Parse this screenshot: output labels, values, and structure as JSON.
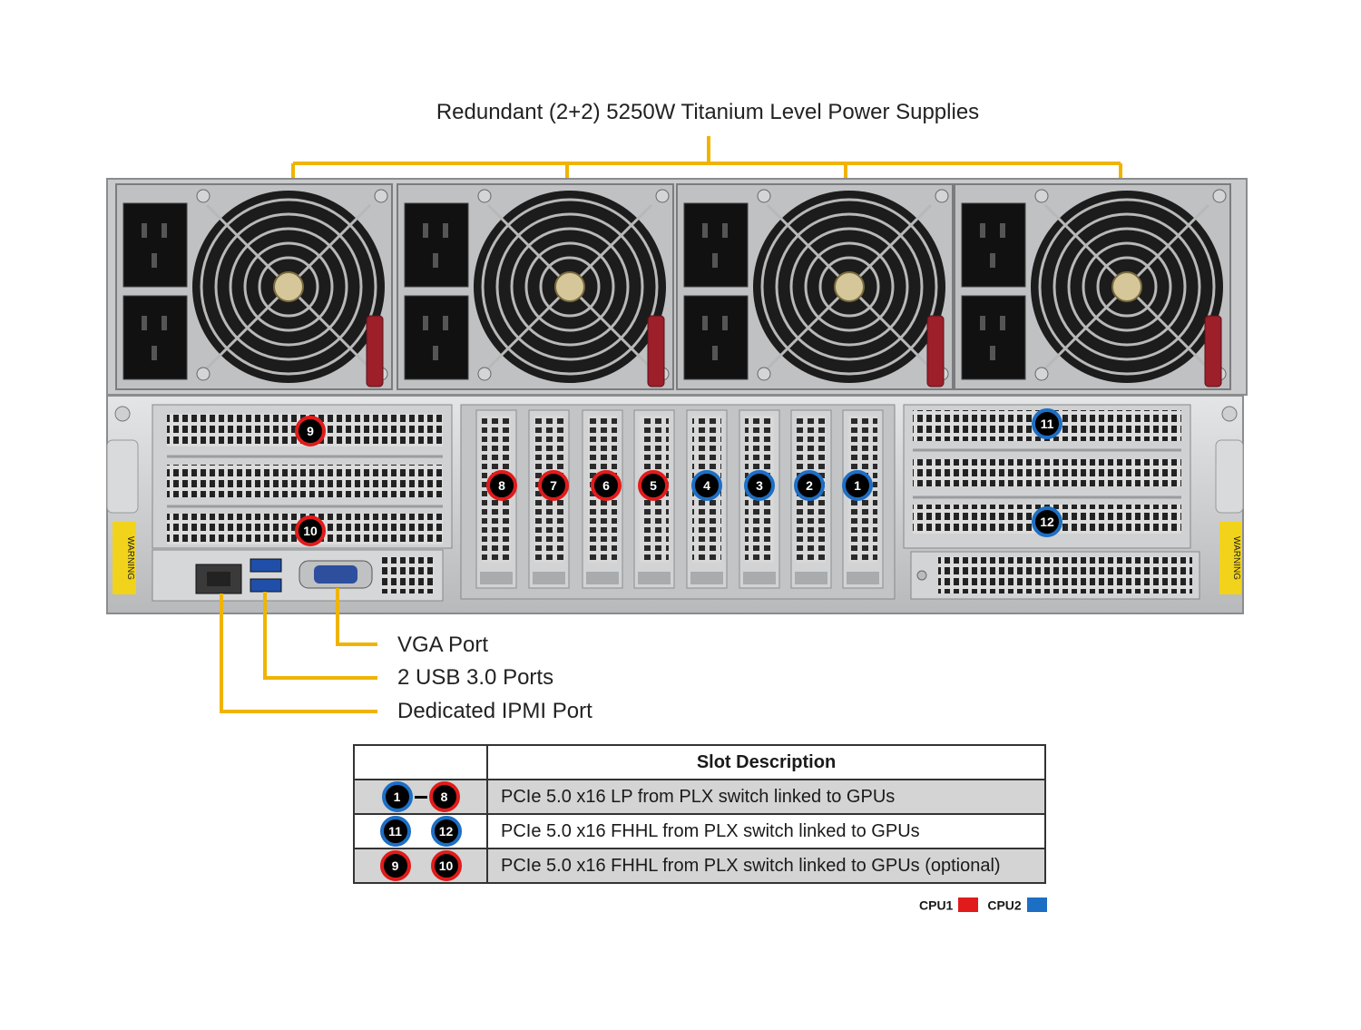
{
  "power_title": "Redundant (2+2) 5250W Titanium Level Power Supplies",
  "ports": {
    "vga": "VGA Port",
    "usb": "2 USB 3.0 Ports",
    "ipmi": "Dedicated IPMI Port"
  },
  "slot_badges": {
    "gpu_slots": [
      "8",
      "7",
      "6",
      "5",
      "4",
      "3",
      "2",
      "1"
    ],
    "left_slots": [
      "9",
      "10"
    ],
    "right_slots": [
      "11",
      "12"
    ]
  },
  "chassis_warning": "WARNING",
  "table": {
    "header": "Slot Description",
    "rows": [
      {
        "from": "1",
        "to": "8",
        "desc": "PCIe 5.0 x16 LP from PLX switch linked to GPUs"
      },
      {
        "from": "11",
        "to": "12",
        "desc": "PCIe 5.0 x16 FHHL from PLX switch linked to GPUs"
      },
      {
        "from": "9",
        "to": "10",
        "desc": "PCIe 5.0 x16 FHHL from PLX switch linked to GPUs (optional)"
      }
    ]
  },
  "legend": {
    "cpu1": "CPU1",
    "cpu2": "CPU2"
  },
  "colors": {
    "cpu1": "#e11b1b",
    "cpu2": "#1d6fc4",
    "callout_line": "#f0b400",
    "chassis": "#c9cbcd",
    "psu_handle": "#9c1f2a",
    "warning_label": "#f2d31b"
  }
}
